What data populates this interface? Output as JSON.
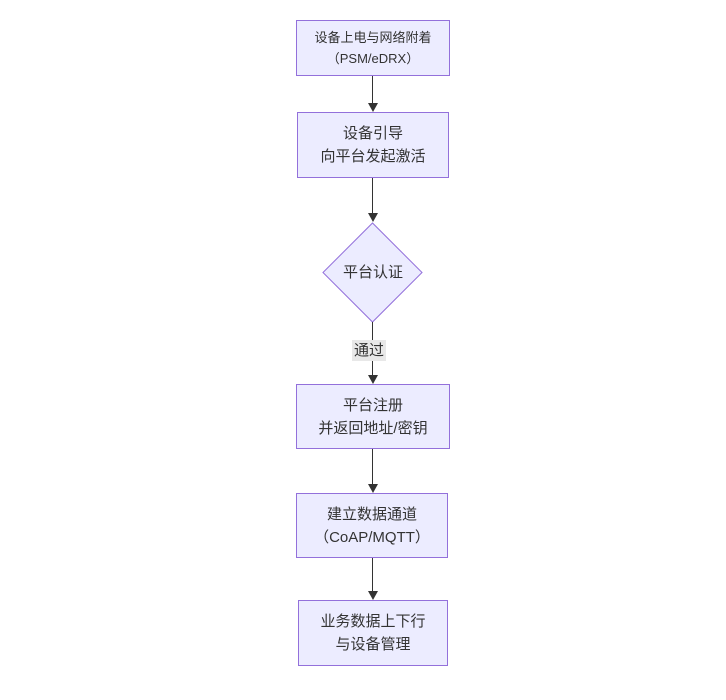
{
  "colors": {
    "node-fill": "#ECECFF",
    "node-border": "#9370DB",
    "text": "#333333",
    "edge": "#333333",
    "edge-label-bg": "#e8e8e8",
    "page-bg": "#ffffff"
  },
  "flowchart": {
    "nodes": [
      {
        "id": "device-power-attach",
        "shape": "rect",
        "lines": [
          "设备上电与网络附着",
          "（PSM/eDRX）"
        ]
      },
      {
        "id": "device-bootstrap",
        "shape": "rect",
        "lines": [
          "设备引导",
          "向平台发起激活"
        ]
      },
      {
        "id": "platform-auth",
        "shape": "diamond",
        "lines": [
          "平台认证"
        ]
      },
      {
        "id": "platform-register",
        "shape": "rect",
        "lines": [
          "平台注册",
          "并返回地址/密钥"
        ]
      },
      {
        "id": "data-channel",
        "shape": "rect",
        "lines": [
          "建立数据通道",
          "（CoAP/MQTT）"
        ]
      },
      {
        "id": "business-data",
        "shape": "rect",
        "lines": [
          "业务数据上下行",
          "与设备管理"
        ]
      }
    ],
    "edges": [
      {
        "from": "device-power-attach",
        "to": "device-bootstrap",
        "label": ""
      },
      {
        "from": "device-bootstrap",
        "to": "platform-auth",
        "label": ""
      },
      {
        "from": "platform-auth",
        "to": "platform-register",
        "label": "通过"
      },
      {
        "from": "platform-register",
        "to": "data-channel",
        "label": ""
      },
      {
        "from": "data-channel",
        "to": "business-data",
        "label": ""
      }
    ]
  }
}
